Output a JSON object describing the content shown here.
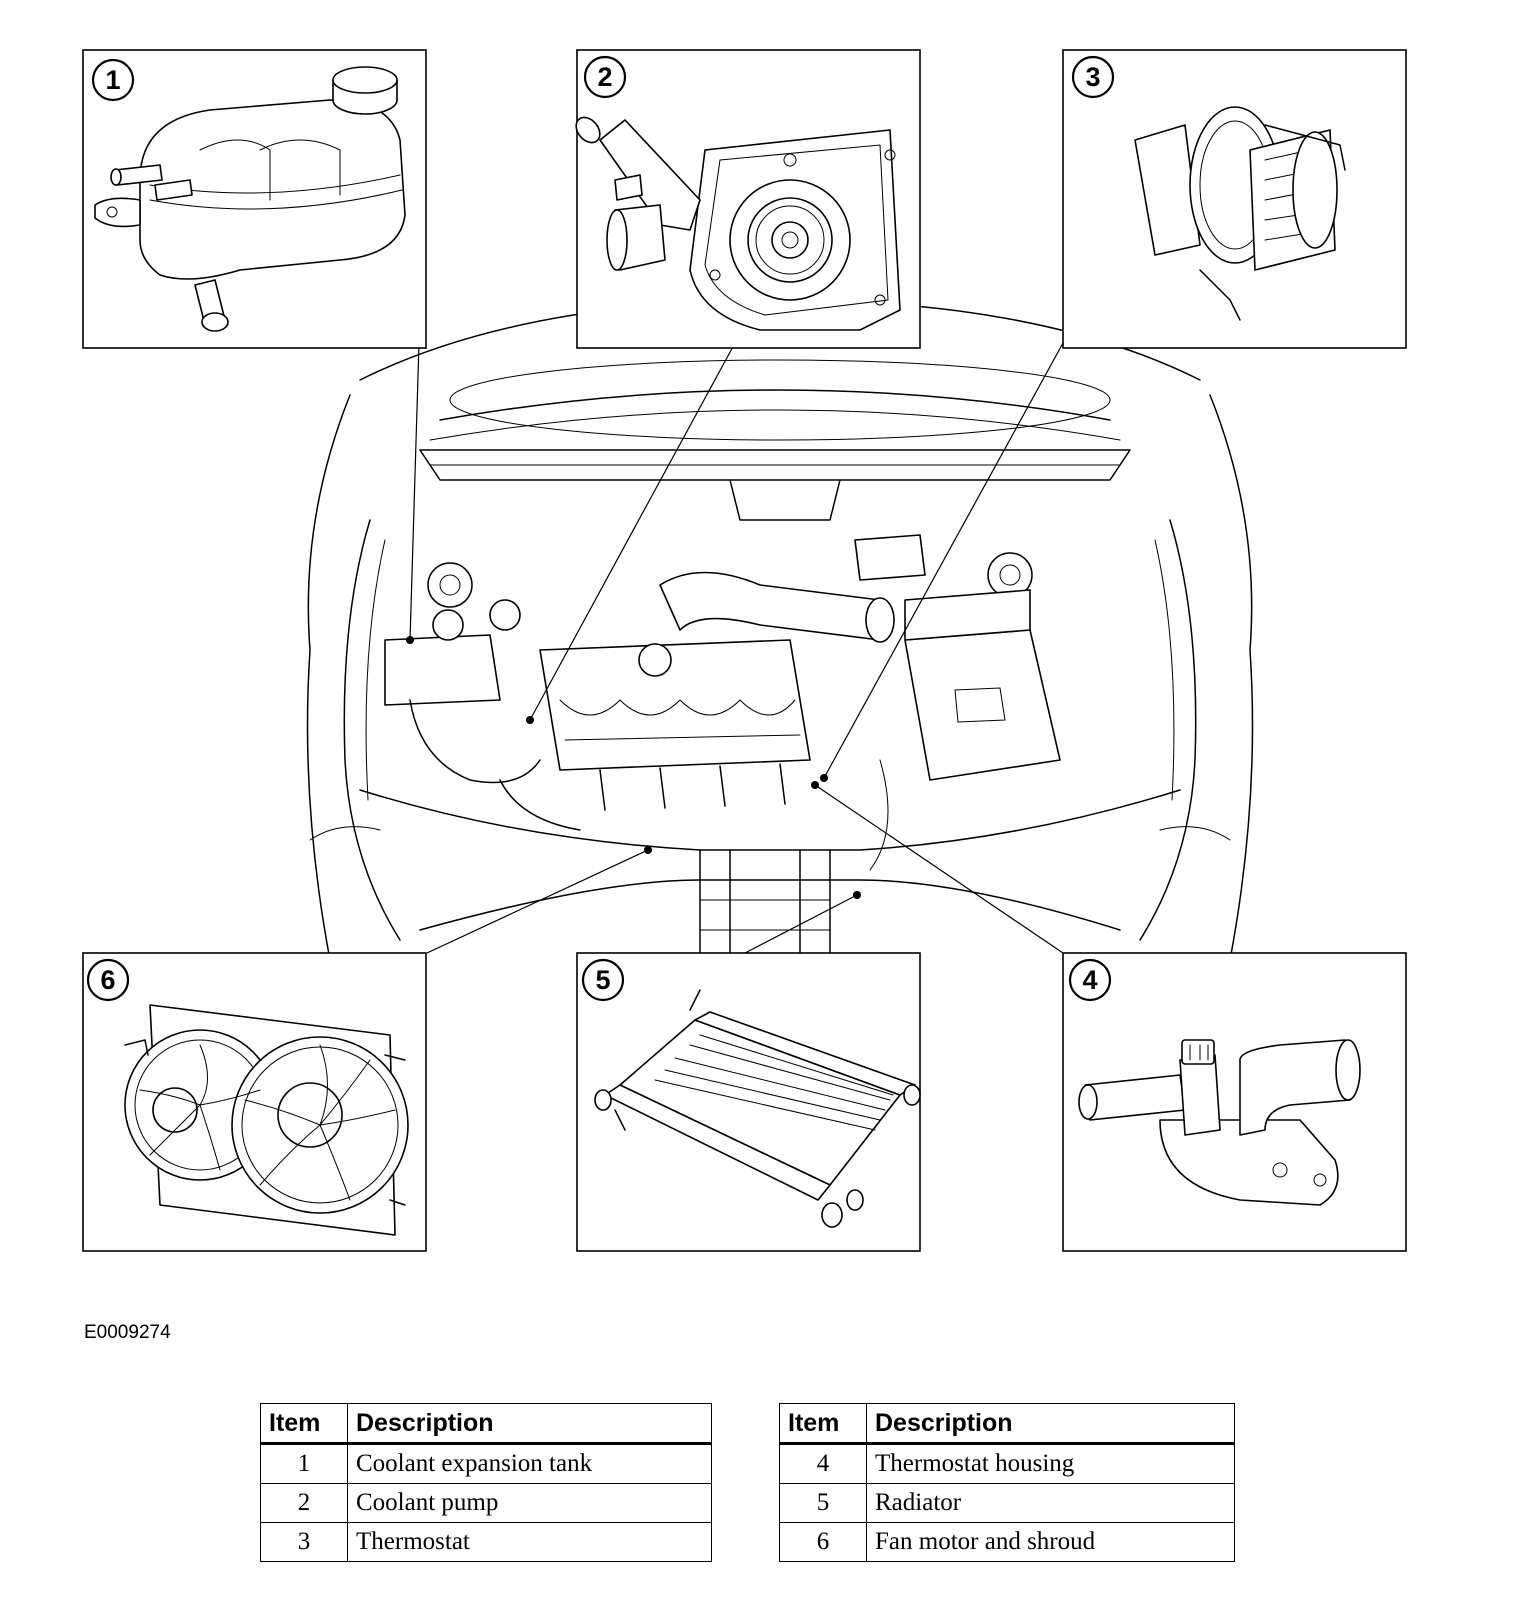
{
  "figure_id": "E0009274",
  "callouts": [
    "1",
    "2",
    "3",
    "4",
    "5",
    "6"
  ],
  "legend_tables": [
    {
      "header_item": "Item",
      "header_description": "Description",
      "rows": [
        {
          "item": "1",
          "description": "Coolant expansion tank"
        },
        {
          "item": "2",
          "description": "Coolant pump"
        },
        {
          "item": "3",
          "description": "Thermostat"
        }
      ]
    },
    {
      "header_item": "Item",
      "header_description": "Description",
      "rows": [
        {
          "item": "4",
          "description": "Thermostat housing"
        },
        {
          "item": "5",
          "description": "Radiator"
        },
        {
          "item": "6",
          "description": "Fan motor and shroud"
        }
      ]
    }
  ]
}
